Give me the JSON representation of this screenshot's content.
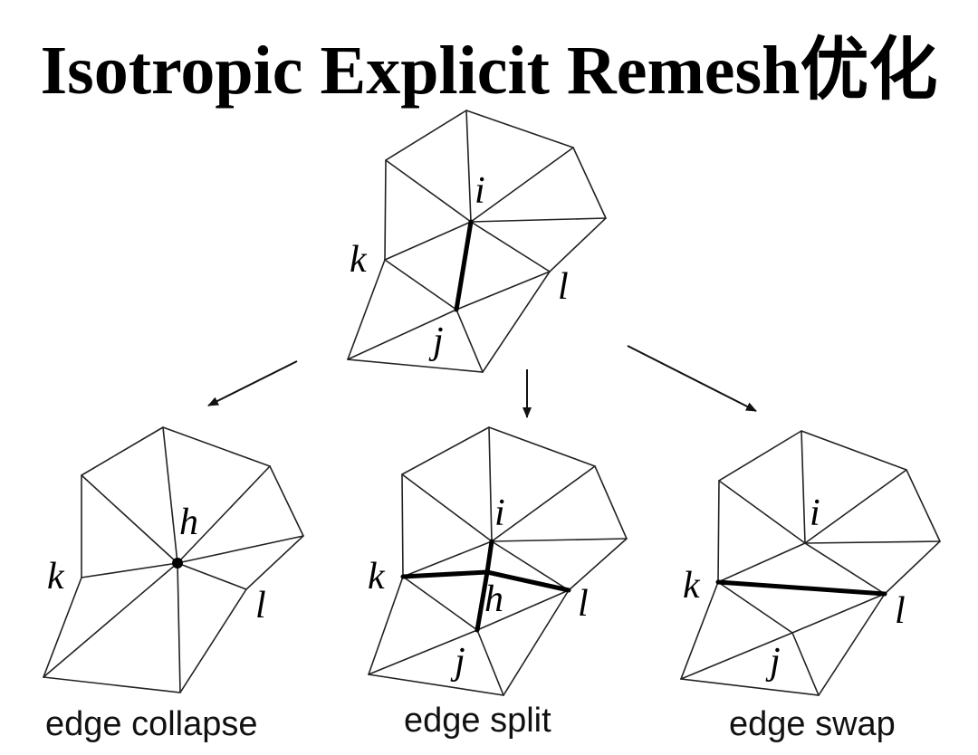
{
  "title": "Isotropic Explicit Remesh优化",
  "vertex_labels": {
    "i": "i",
    "j": "j",
    "k": "k",
    "l": "l",
    "h": "h"
  },
  "operations": {
    "collapse": "edge collapse",
    "split": "edge split",
    "swap": "edge swap"
  }
}
